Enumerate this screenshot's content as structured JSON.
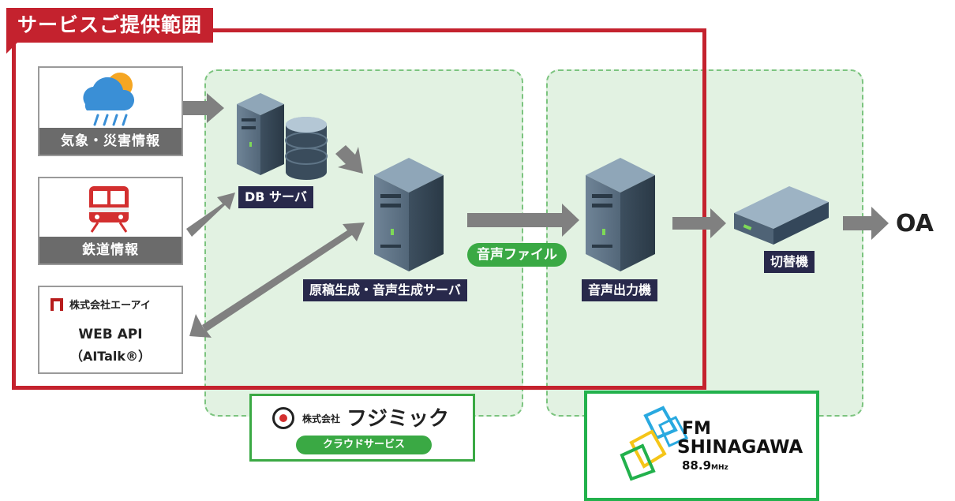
{
  "scope": {
    "title": "サービスご提供範囲"
  },
  "sources": [
    {
      "label": "気象・災害情報",
      "icon": "weather-icon"
    },
    {
      "label": "鉄道情報",
      "icon": "train-icon"
    }
  ],
  "ai_source": {
    "company": "株式会社エーアイ",
    "api_line": "WEB API",
    "product_line": "（AITalk®）"
  },
  "servers": {
    "db": "DB サーバ",
    "generation": "原稿生成・音声生成サーバ",
    "output": "音声出力機",
    "switcher": "切替機"
  },
  "flow": {
    "audio_file": "音声ファイル",
    "final": "OA"
  },
  "fujimic": {
    "prefix": "株式会社",
    "name": "フジミック",
    "service": "クラウドサービス"
  },
  "fm": {
    "line1": "FM",
    "line2": "SHINAGAWA",
    "freq": "88.9",
    "unit": "MHz"
  },
  "colors": {
    "scope_red": "#c4222e",
    "zone_green": "#e2f2e2",
    "label_navy": "#28294b",
    "pill_green": "#3aa944",
    "arrow_gray": "#808080"
  }
}
